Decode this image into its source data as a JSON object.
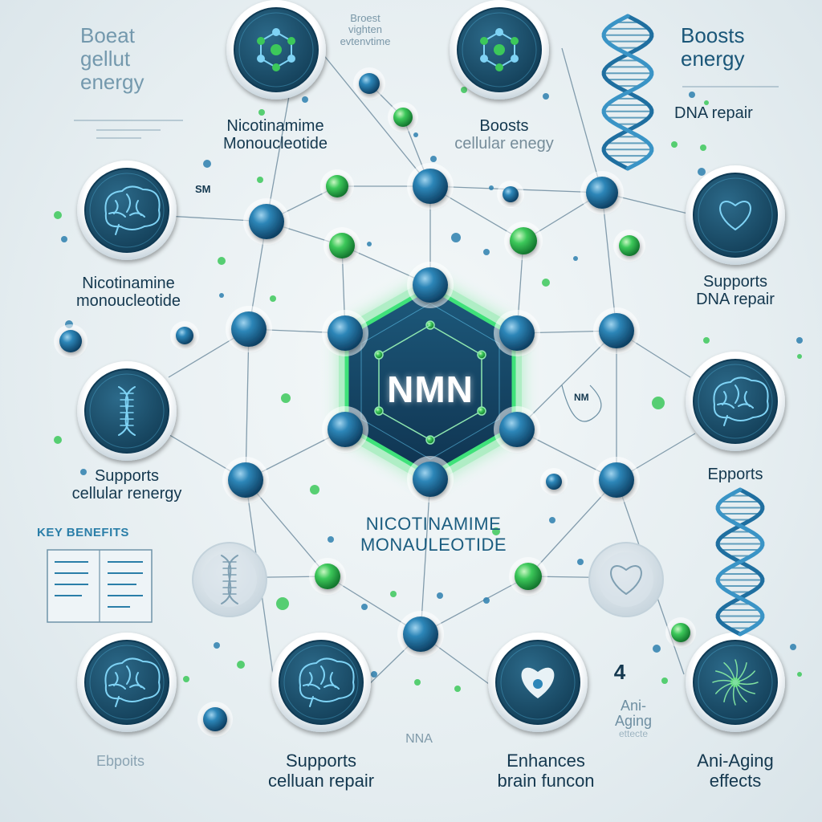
{
  "center": {
    "title": "NMN"
  },
  "labels": {
    "top_left": [
      "Boeat",
      "gellut",
      "energy"
    ],
    "top_mini": [
      "Broest",
      "vighten",
      "evtenvtime"
    ],
    "node_tl": [
      "Nicotinamime",
      "Monoucleotide"
    ],
    "node_tc": [
      "Boosts",
      "cellular enegy"
    ],
    "top_right": [
      "Boosts",
      "energy"
    ],
    "dna_repair": "DNA repair",
    "sm": "SM",
    "left_mid": [
      "Nicotinamine",
      "monoucleotide"
    ],
    "right_mid": [
      "Supports",
      "DNA repair"
    ],
    "nm": "NM",
    "left_low": [
      "Supports",
      "cellular renergy"
    ],
    "right_low": "Epports",
    "key_benefits": "KEY BENEFITS",
    "mid_title": [
      "NICOTINAMIME",
      "MONAULEOTIDE"
    ],
    "num": "4",
    "anti_small": [
      "Ani-",
      "Aging",
      "ettecte"
    ],
    "bottom_1": "Ebpoits",
    "bottom_2": [
      "Supports",
      "celluan repair"
    ],
    "bottom_nna": "NNA",
    "bottom_3": [
      "Enhances",
      "brain funcon"
    ],
    "bottom_4": [
      "Ani-Aging",
      "effects"
    ]
  },
  "icons": [
    "molecule-icon",
    "molecule-icon",
    "dna-icon",
    "brain-icon",
    "heart-icon",
    "dna-icon",
    "brain-icon",
    "dna-icon",
    "dna-icon",
    "heart-icon",
    "brain-icon",
    "brain-icon",
    "heart-icon",
    "neuron-icon"
  ],
  "colors": {
    "node_blue": "#1f6fa0",
    "node_green": "#3cc85a",
    "badge_dark": "#1d4f6b",
    "hex_glow": "#39e06a",
    "line": "#5f7f94"
  }
}
